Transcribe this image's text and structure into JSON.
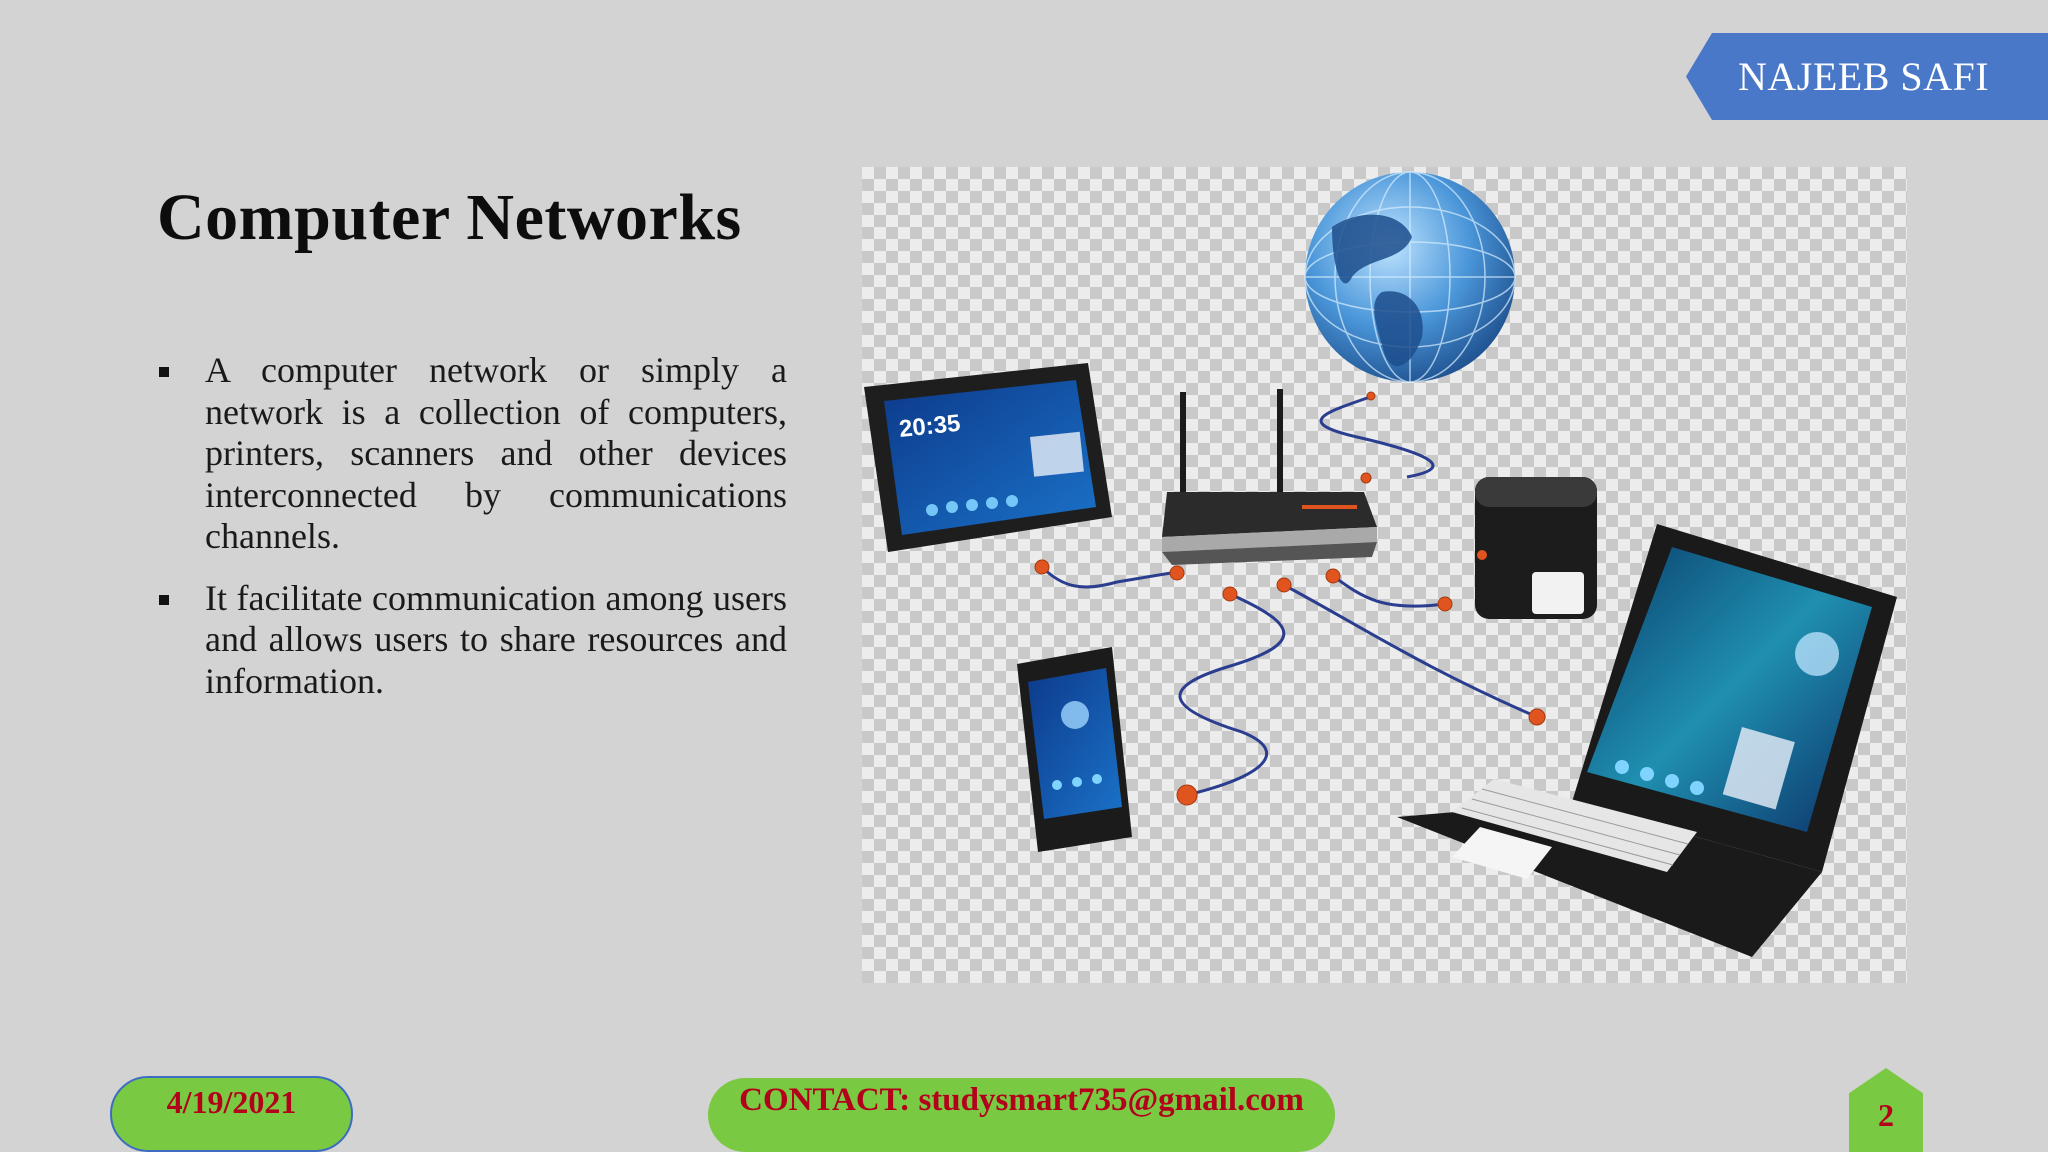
{
  "slide": {
    "author": "NAJEEB SAFI",
    "title": "Computer Networks",
    "bullets": [
      "A computer network or simply a network is a collection of computers, printers, scanners and other devices interconnected by communications channels.",
      "It facilitate communication among users and allows users to share resources and information."
    ]
  },
  "figure": {
    "tablet_time": "20:35"
  },
  "footer": {
    "date": "4/19/2021",
    "contact": "CONTACT: studysmart735@gmail.com",
    "page_number": "2"
  },
  "colors": {
    "background": "#d3d3d3",
    "author_tab": "#4a78c9",
    "footer_fill": "#7ac943",
    "footer_text": "#b3001b"
  }
}
